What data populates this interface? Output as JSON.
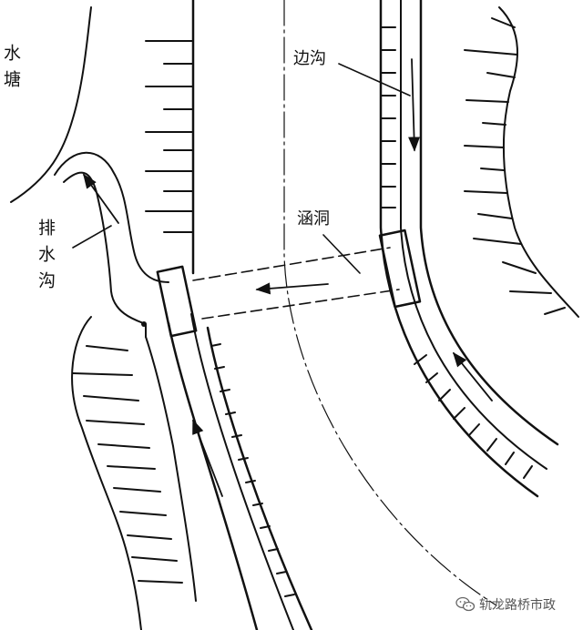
{
  "labels": {
    "pond": "水塘",
    "drainage_ditch": "排水沟",
    "side_ditch": "边沟",
    "culvert": "涵洞"
  },
  "watermark": {
    "text": "轨龙路桥市政",
    "icon": "wechat-icon"
  },
  "colors": {
    "ink": "#111111",
    "background": "#ffffff",
    "watermark": "#555555"
  }
}
